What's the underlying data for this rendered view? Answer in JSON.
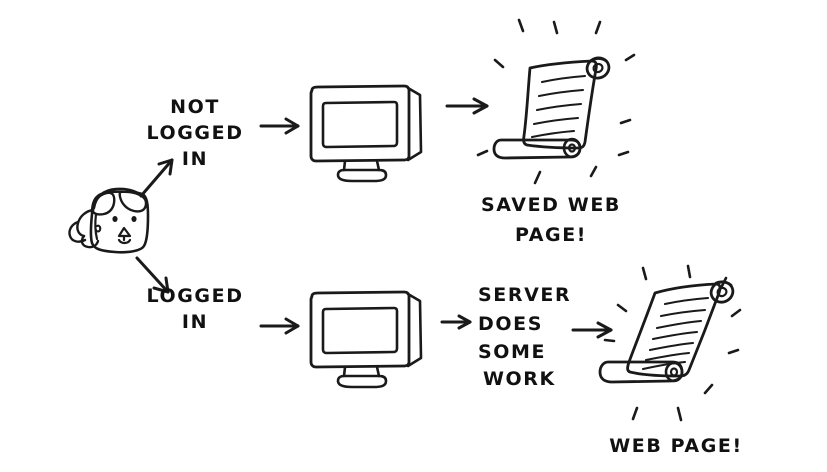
{
  "diagram": {
    "title": "Logged in vs not logged in web page request flow",
    "style": "hand-drawn sketch, black ink on white paper",
    "background_color": "#ffffff",
    "ink_color": "#1a1a1a"
  },
  "labels": {
    "branch_top_line1": "NOT",
    "branch_top_line2": "LOGGED",
    "branch_top_line3": "IN",
    "branch_bottom_line1": "LOGGED",
    "branch_bottom_line2": "IN",
    "server_line1": "SERVER",
    "server_line2": "DOES",
    "server_line3": "SOME",
    "server_line4": "WORK",
    "result_top_line1": "SAVED WEB",
    "result_top_line2": "PAGE!",
    "result_bottom_line1": "WEB PAGE!"
  },
  "nodes": {
    "person": "user-face-sketch",
    "monitor_top": "crt-monitor-sketch",
    "monitor_bottom": "crt-monitor-sketch",
    "scroll_top": "scroll-document-sketch",
    "scroll_bottom": "scroll-document-sketch"
  },
  "flows": {
    "top": [
      "person",
      "NOT LOGGED IN",
      "monitor",
      "SAVED WEB PAGE!"
    ],
    "bottom": [
      "person",
      "LOGGED IN",
      "monitor",
      "SERVER DOES SOME WORK",
      "WEB PAGE!"
    ]
  },
  "arrows": {
    "to_not_logged_in": "diagonal-up-right-arrow",
    "to_logged_in": "diagonal-down-right-arrow",
    "top_monitor_arrow": "right-arrow",
    "top_scroll_arrow": "right-arrow",
    "bottom_monitor_arrow": "right-arrow",
    "bottom_server_arrow": "right-arrow",
    "bottom_scroll_arrow": "right-arrow"
  },
  "decorations": {
    "sparkles_top": "radiating-dashes",
    "sparkles_bottom": "radiating-dashes"
  }
}
